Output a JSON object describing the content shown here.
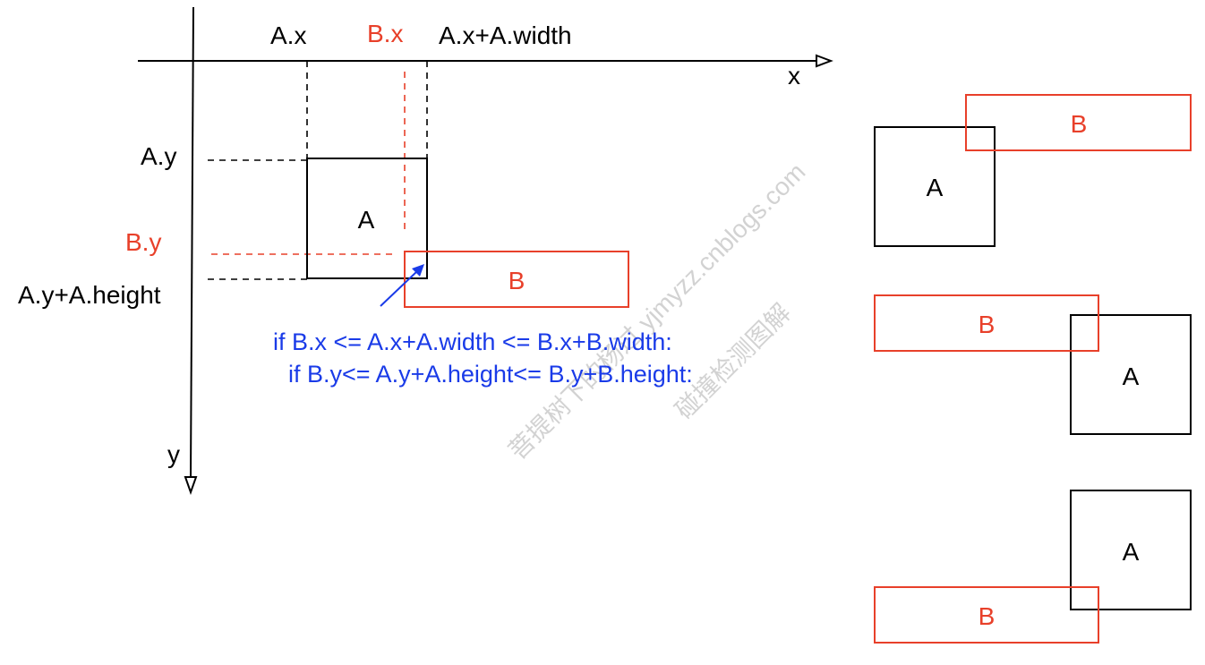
{
  "axes": {
    "x_label": "x",
    "y_label": "y"
  },
  "labels": {
    "a_x": "A.x",
    "b_x": "B.x",
    "a_x_plus_width": "A.x+A.width",
    "a_y": "A.y",
    "b_y": "B.y",
    "a_y_plus_height": "A.y+A.height"
  },
  "main_rects": {
    "a_label": "A",
    "b_label": "B"
  },
  "condition": {
    "line1": "if B.x <= A.x+A.width <= B.x+B.width:",
    "line2": "if B.y<= A.y+A.height<= B.y+B.height:"
  },
  "examples": [
    {
      "a_label": "A",
      "b_label": "B"
    },
    {
      "a_label": "A",
      "b_label": "B"
    },
    {
      "a_label": "A",
      "b_label": "B"
    }
  ],
  "watermark": {
    "line1": "菩提树下的杨过 yjmyzz.cnblogs.com",
    "line2": "碰撞检测图解"
  },
  "colors": {
    "black": "#000000",
    "red": "#e8402a",
    "blue": "#1a3be8",
    "watermark": "#bdbdbd"
  }
}
